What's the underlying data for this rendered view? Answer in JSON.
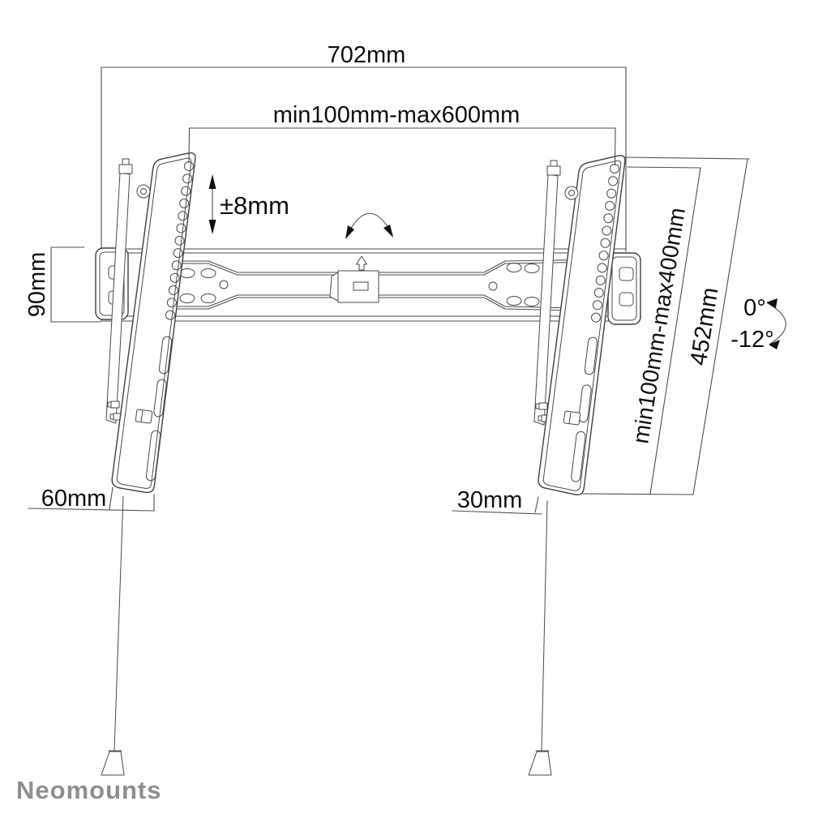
{
  "brand": {
    "logo_text": "Neomounts"
  },
  "dimensions": {
    "total_width": "702mm",
    "vesa_width_range": "min100mm-max600mm",
    "height_adjustment": "±8mm",
    "wall_plate_height": "90mm",
    "vesa_height_range": "min100mm-max400mm",
    "bracket_length": "452mm",
    "tilt_from": "0°",
    "tilt_to": "-12°",
    "bottom_offset_left": "60mm",
    "bottom_offset_right": "30mm"
  },
  "colors": {
    "line": "#3f3f3f",
    "dimension_text": "#0f0f0f",
    "logo": "#8f8f8f"
  }
}
